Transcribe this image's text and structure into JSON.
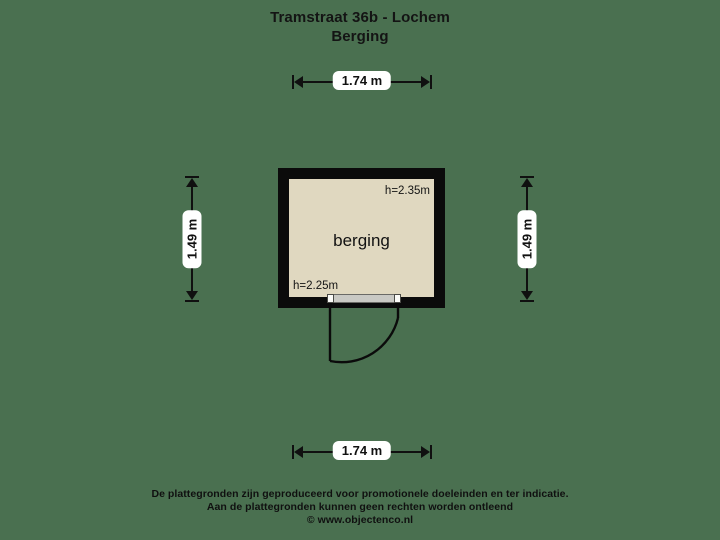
{
  "background_color": "#4a7050",
  "wall_color": "#0b0b0b",
  "room_fill_color": "#e0d8c0",
  "title": {
    "line1": "Tramstraat 36b - Lochem",
    "line2": "Berging"
  },
  "dimensions": {
    "top": {
      "label": "1.74 m"
    },
    "bottom": {
      "label": "1.74 m"
    },
    "left": {
      "label": "1.49 m"
    },
    "right": {
      "label": "1.49 m"
    }
  },
  "plan": {
    "room_name": "berging",
    "height_top_right": "h=2.35m",
    "height_bottom_left": "h=2.25m"
  },
  "footer": {
    "line1": "De plattegronden zijn geproduceerd voor promotionele doeleinden en ter indicatie.",
    "line2": "Aan de plattegronden kunnen geen rechten worden ontleend",
    "line3": "© www.objectenco.nl"
  }
}
